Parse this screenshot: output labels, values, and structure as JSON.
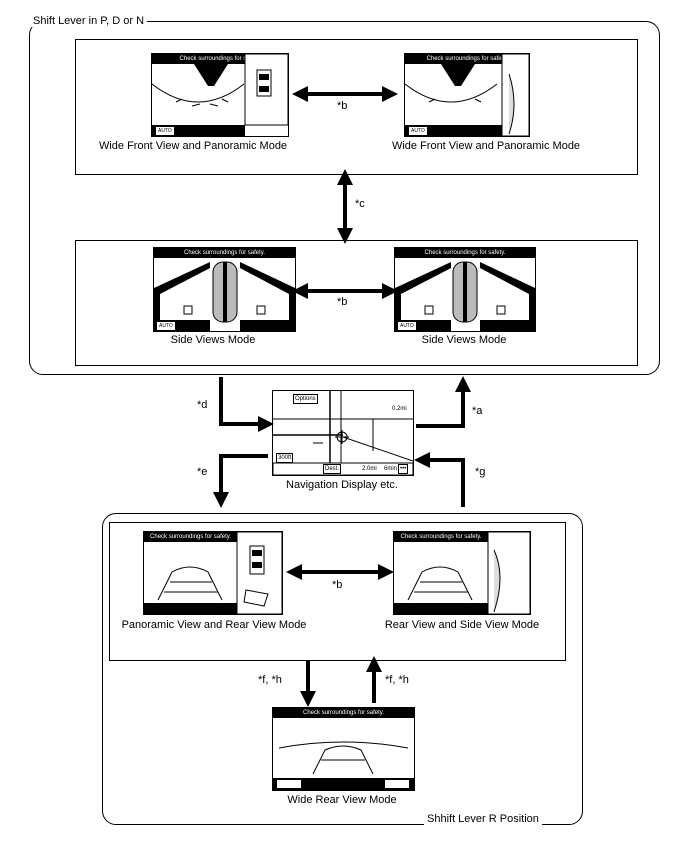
{
  "groups": {
    "top_label": "Shift Lever in P, D or N",
    "bottom_label": "Shhift Lever R Position"
  },
  "captions": {
    "wide_front_1": "Wide Front View and Panoramic Mode",
    "wide_front_2": "Wide Front View and Panoramic Mode",
    "side_1": "Side Views Mode",
    "side_2": "Side Views Mode",
    "nav": "Navigation Display etc.",
    "panoramic_rear": "Panoramic View and Rear View Mode",
    "rear_side": "Rear View and Side View Mode",
    "wide_rear": "Wide Rear View Mode"
  },
  "annotations": {
    "a": "*a",
    "b1": "*b",
    "b2": "*b",
    "b3": "*b",
    "c": "*c",
    "d": "*d",
    "e": "*e",
    "f_down": "*f, *h",
    "f_up": "*f, *h",
    "g": "*g"
  },
  "screens": {
    "check_msg": "Check surroundings for safety.",
    "auto_label": "AUTO"
  },
  "nav_screen": {
    "options": "Options",
    "distance": "0.2mi",
    "scale": "300ft",
    "dest": "Dest.",
    "trip": "2.0mi",
    "eta": "6min",
    "more": "•••"
  }
}
